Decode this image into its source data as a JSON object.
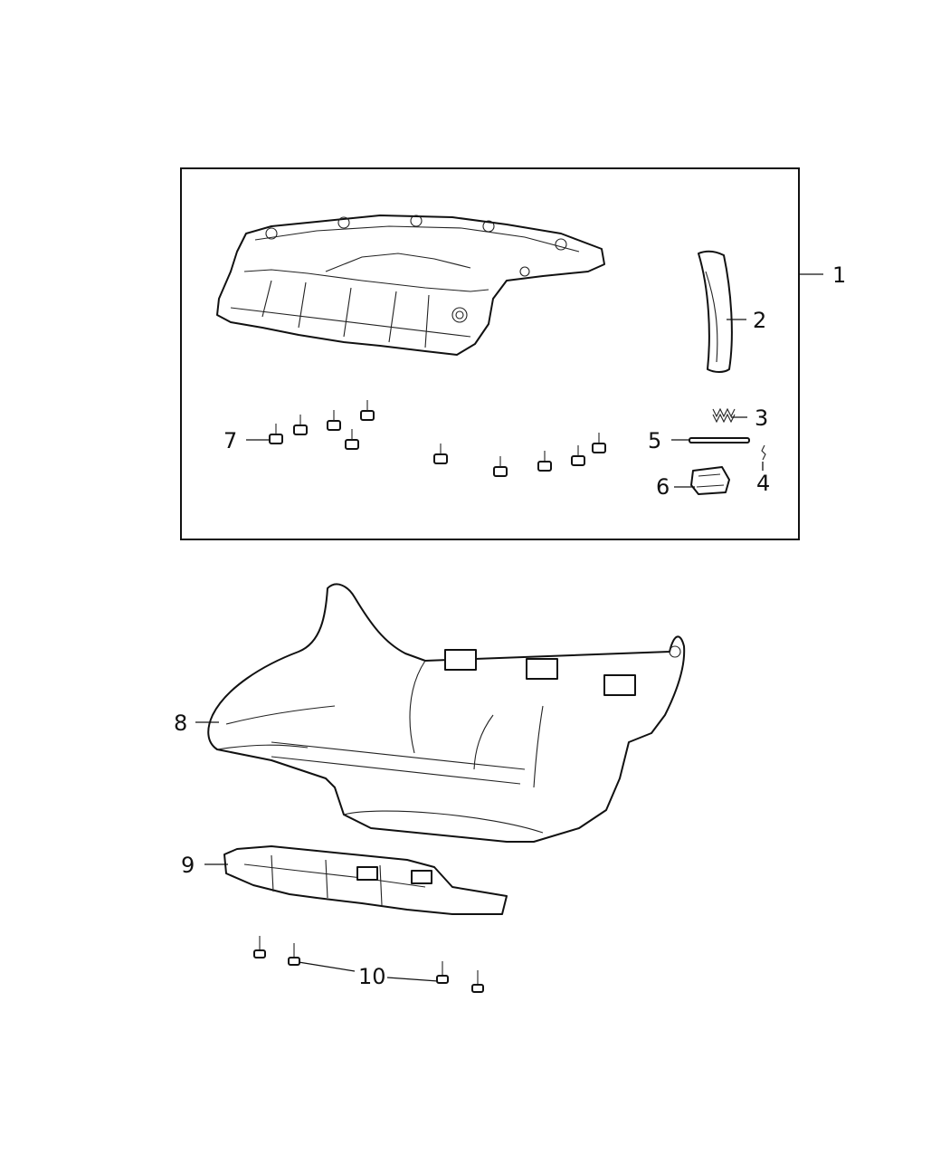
{
  "diagram": {
    "kit_box_present": true,
    "callouts": [
      {
        "id": "1",
        "label": "1"
      },
      {
        "id": "2",
        "label": "2"
      },
      {
        "id": "3",
        "label": "3"
      },
      {
        "id": "4",
        "label": "4"
      },
      {
        "id": "5",
        "label": "5"
      },
      {
        "id": "6",
        "label": "6"
      },
      {
        "id": "7",
        "label": "7"
      },
      {
        "id": "8",
        "label": "8"
      },
      {
        "id": "9",
        "label": "9"
      },
      {
        "id": "10",
        "label": "10"
      }
    ]
  }
}
